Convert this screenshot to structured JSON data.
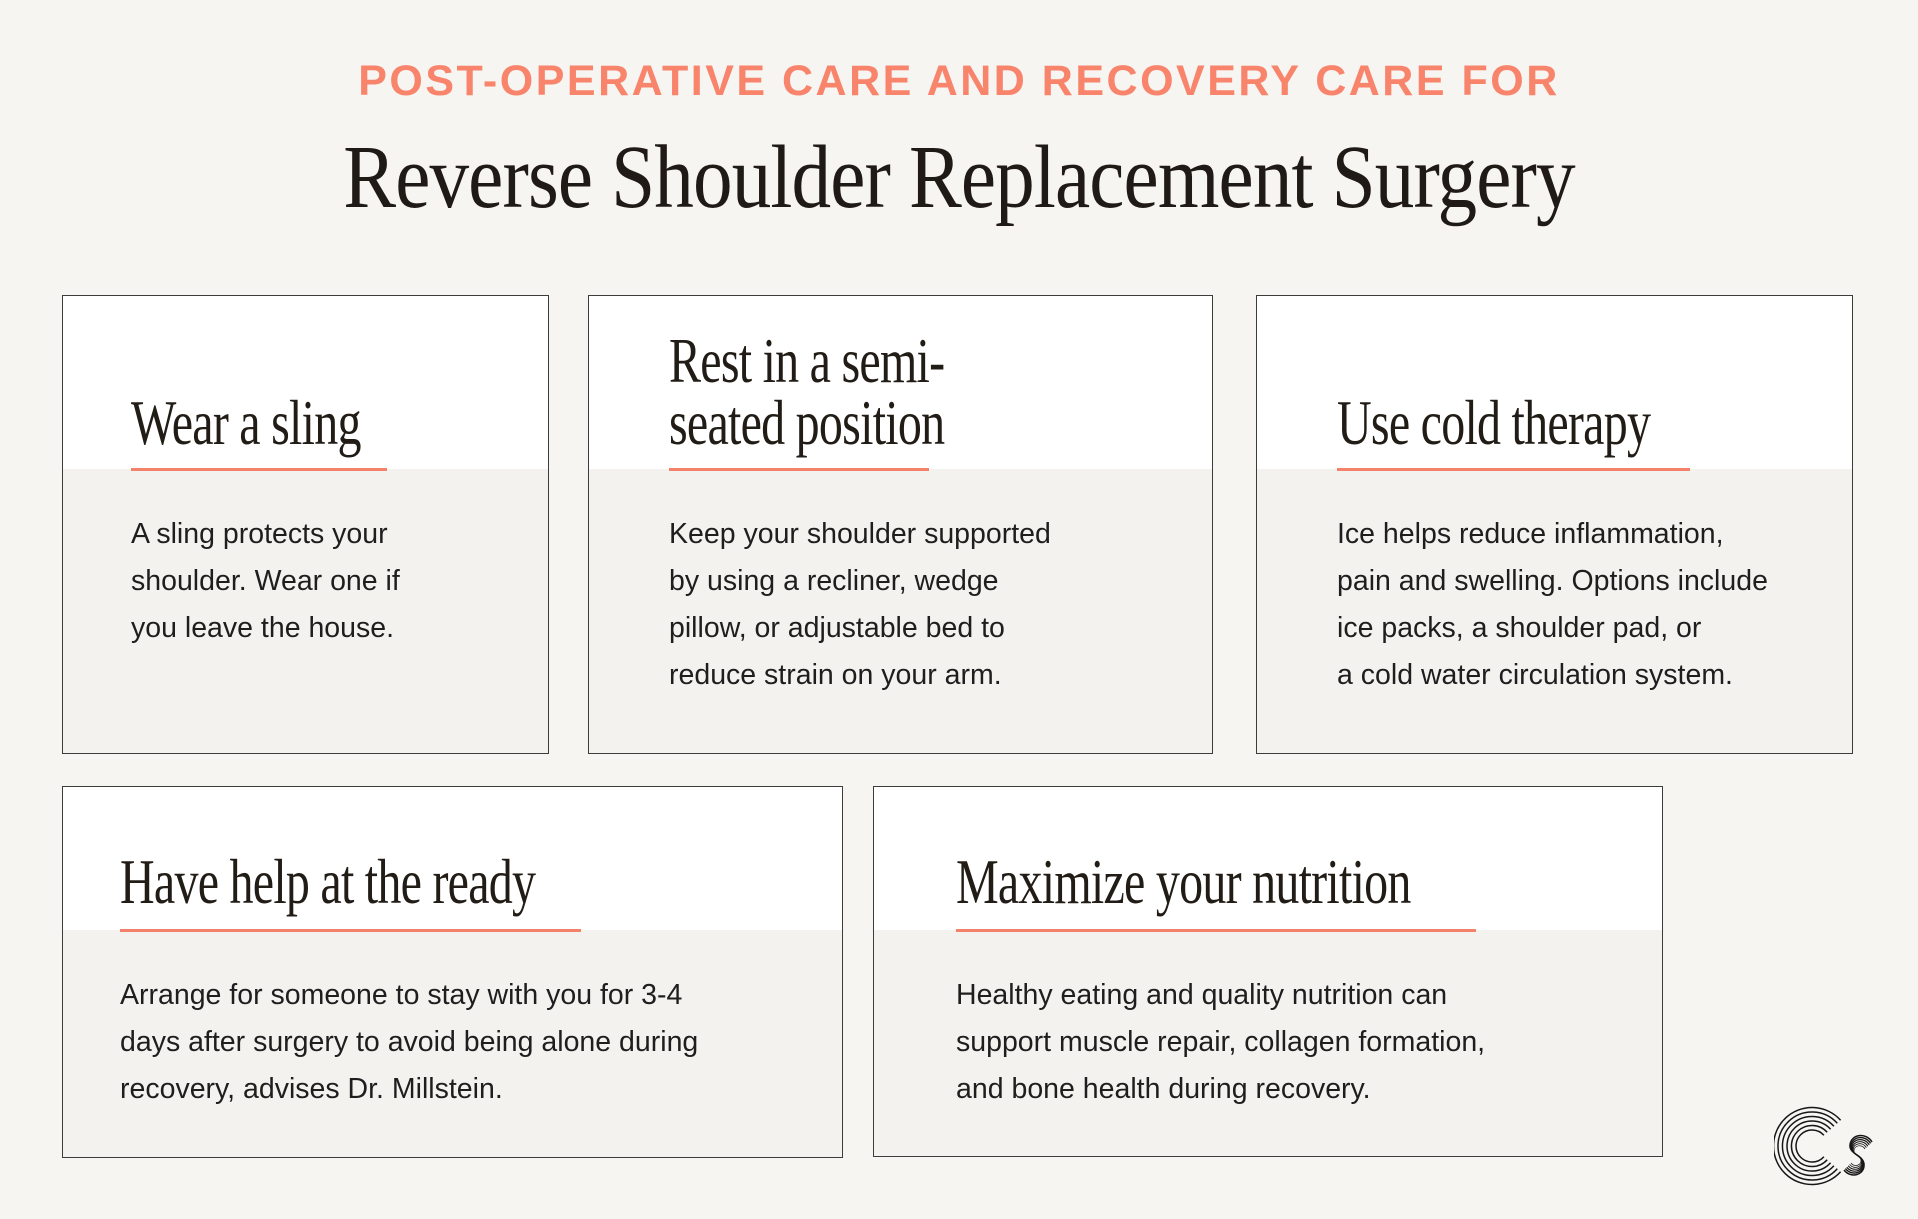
{
  "page": {
    "kicker": "POST-OPERATIVE CARE AND RECOVERY CARE FOR",
    "title": "Reverse Shoulder Replacement Surgery"
  },
  "cards": [
    {
      "title": "Wear a sling",
      "body": "A sling protects your\nshoulder. Wear one if\nyou leave the house."
    },
    {
      "title": "Rest in a semi-\nseated position",
      "body": "Keep your shoulder supported\nby using a recliner, wedge\npillow, or adjustable bed to\nreduce strain on your arm."
    },
    {
      "title": "Use cold therapy",
      "body": "Ice helps reduce inflammation,\npain and swelling. Options include\nice packs, a shoulder pad, or\na cold water circulation system."
    },
    {
      "title": "Have help at the ready",
      "body": "Arrange for someone to stay with you for 3-4\ndays after surgery to avoid being alone during\nrecovery, advises Dr. Millstein."
    },
    {
      "title": "Maximize your nutrition",
      "body": "Healthy eating and quality nutrition can\nsupport muscle repair, collagen formation,\nand bone health during recovery."
    }
  ],
  "icons": {
    "logo": "cs-monogram"
  },
  "colors": {
    "page_bg": "#F6F5F2",
    "card_bg": "#FFFFFF",
    "card_section_bg": "#F3F2EF",
    "card_border": "#3C3C3C",
    "accent": "#F8846C",
    "divider": "#F4826A",
    "heading_text": "#221C16",
    "body_text": "#1E1E1E"
  }
}
